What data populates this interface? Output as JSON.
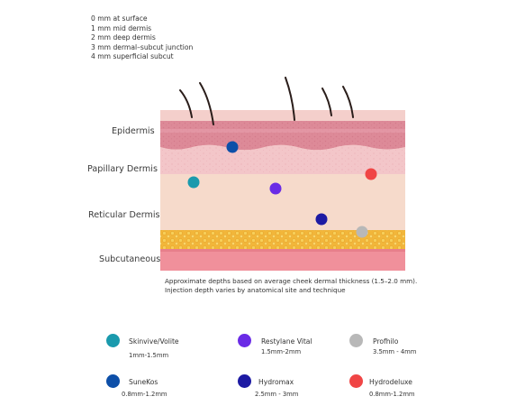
{
  "depth_scale": [
    "0 mm at surface",
    "1 mm mid dermis",
    "2 mm deep dermis",
    "3 mm dermal–subcut junction",
    "4 mm superficial subcut"
  ],
  "layers": [
    {
      "label": "Epidermis"
    },
    {
      "label": "Papillary Dermis"
    },
    {
      "label": "Reticular Dermis"
    },
    {
      "label": "Subcutaneous"
    }
  ],
  "caption": {
    "line1": "Approximate depths based on average cheek dermal thickness (1.5–2.0 mm).",
    "line2": "Injection depth varies by anatomical site and technique"
  },
  "legend": [
    {
      "name": "Skinvive/Volite",
      "range": "1mm-1.5mm",
      "color": "#1a9aad"
    },
    {
      "name": "Restylane Vital",
      "range": "1.5mm-2mm",
      "color": "#6a2be6"
    },
    {
      "name": "Profhilo",
      "range": "3.5mm - 4mm",
      "color": "#b8b8b8"
    },
    {
      "name": "SuneKos",
      "range": "0.8mm-1.2mm",
      "color": "#0d4fa8"
    },
    {
      "name": "Hydromax",
      "range": "2.5mm - 3mm",
      "color": "#1d1aa3"
    },
    {
      "name": "Hydrodeluxe",
      "range": "0.8mm-1.2mm",
      "color": "#f04545"
    }
  ],
  "colors": {
    "epidermis_top": "#f3c8c6",
    "epidermis_mid": "#dd8a98",
    "papillary": "#f3c6c9",
    "reticular": "#f6dacb",
    "fat": "#f2b63a",
    "subcutaneous": "#f0909b",
    "hair": "#2a1d1a"
  }
}
